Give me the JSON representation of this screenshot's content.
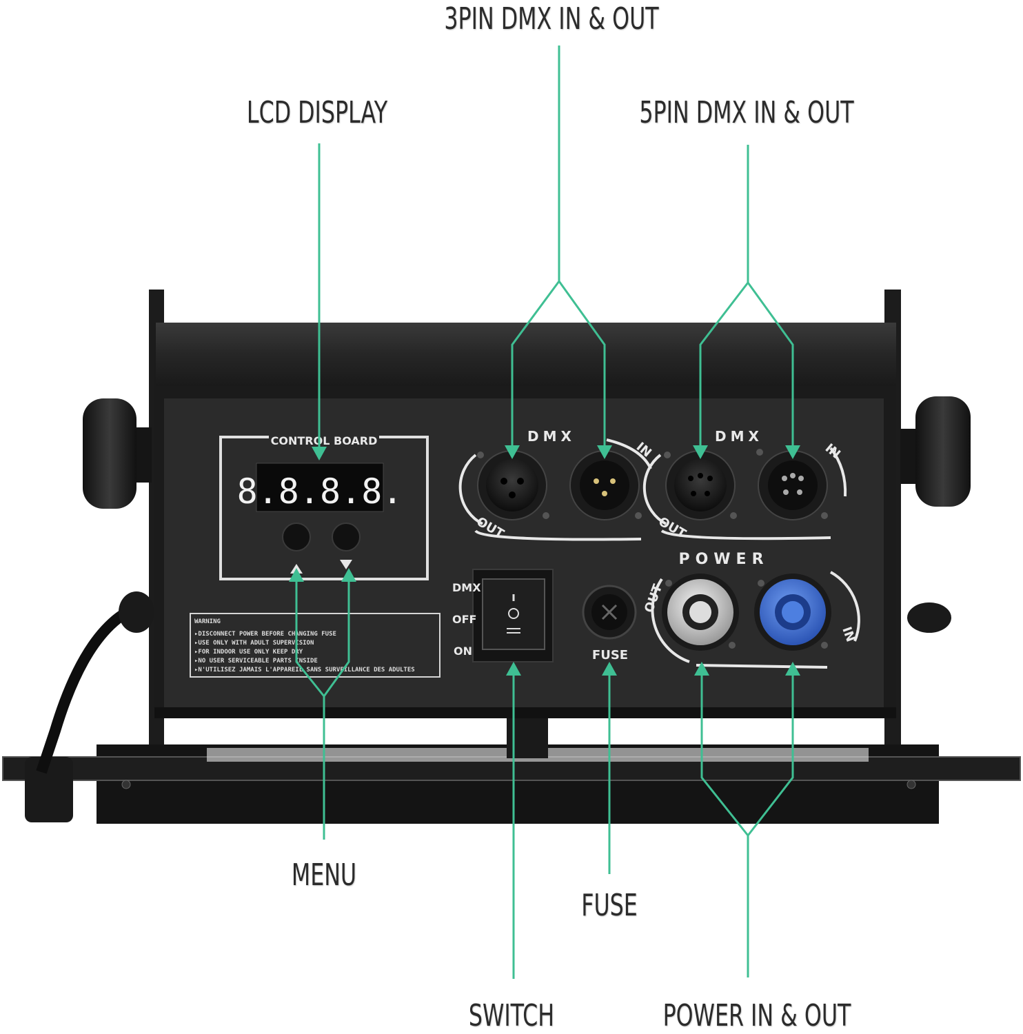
{
  "callouts": {
    "pin3_dmx": "3PIN DMX IN & OUT",
    "lcd_display": "LCD DISPLAY",
    "pin5_dmx": "5PIN DMX IN & OUT",
    "menu": "MENU",
    "fuse": "FUSE",
    "switch": "SWITCH",
    "power": "POWER IN & OUT"
  },
  "panel": {
    "control_board": "CONTROL BOARD",
    "display_value": "8.8.8.8.",
    "dmx_label": "DMX",
    "dmx_label2": "DMX",
    "out_label": "OUT",
    "in_label": "IN",
    "out_label2": "OUT",
    "in_label2": "IN",
    "power_label": "POWER",
    "power_out": "OUT",
    "power_in": "IN",
    "fuse_label": "FUSE",
    "switch_dmx": "DMX",
    "switch_off": "OFF",
    "switch_on": "ON",
    "warning_title": "WARNING",
    "warning_lines": [
      "▸DISCONNECT POWER BEFORE CHANGING FUSE",
      "▸USE ONLY WITH ADULT SUPERVISION",
      "▸FOR INDOOR USE ONLY KEEP DRY",
      "▸NO USER SERVICEABLE PARTS INSIDE",
      "▸N'UTILISEZ JAMAIS L'APPAREIL SANS SURVEILLANCE DES ADULTES"
    ]
  },
  "colors": {
    "accent": "#3fbf93",
    "panel": "#2a2a2a",
    "background": "#ffffff",
    "power_in": "#3d6fd6"
  }
}
